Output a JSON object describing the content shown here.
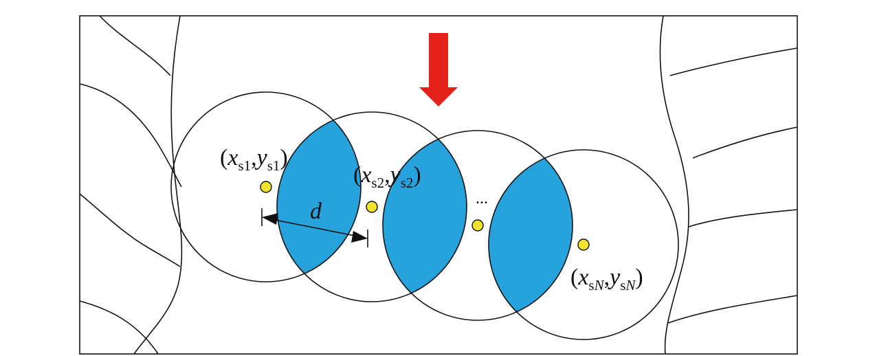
{
  "labels": {
    "sensor1": {
      "open": "(",
      "x": "x",
      "s1": "s1",
      "comma": ",",
      "y": "y",
      "s1b": "s1",
      "close": ")"
    },
    "sensor2": {
      "open": "(",
      "x": "x",
      "s2": "s2",
      "comma": ",",
      "y": "y",
      "s2b": "s2",
      "close": ")"
    },
    "sensorN": {
      "open": "(",
      "x": "x",
      "sN1": "s",
      "N1": "N",
      "comma": ",",
      "y": "y",
      "sN2": "s",
      "N2": "N",
      "close": ")"
    },
    "distance": "d",
    "ellipsis": "..."
  },
  "colors": {
    "overlap": "#26a3dc",
    "sensor_dot": "#f2e32c",
    "arrow": "#e3231b",
    "line": "#111111"
  },
  "icons": {
    "down_arrow": "arrow-down-icon"
  }
}
